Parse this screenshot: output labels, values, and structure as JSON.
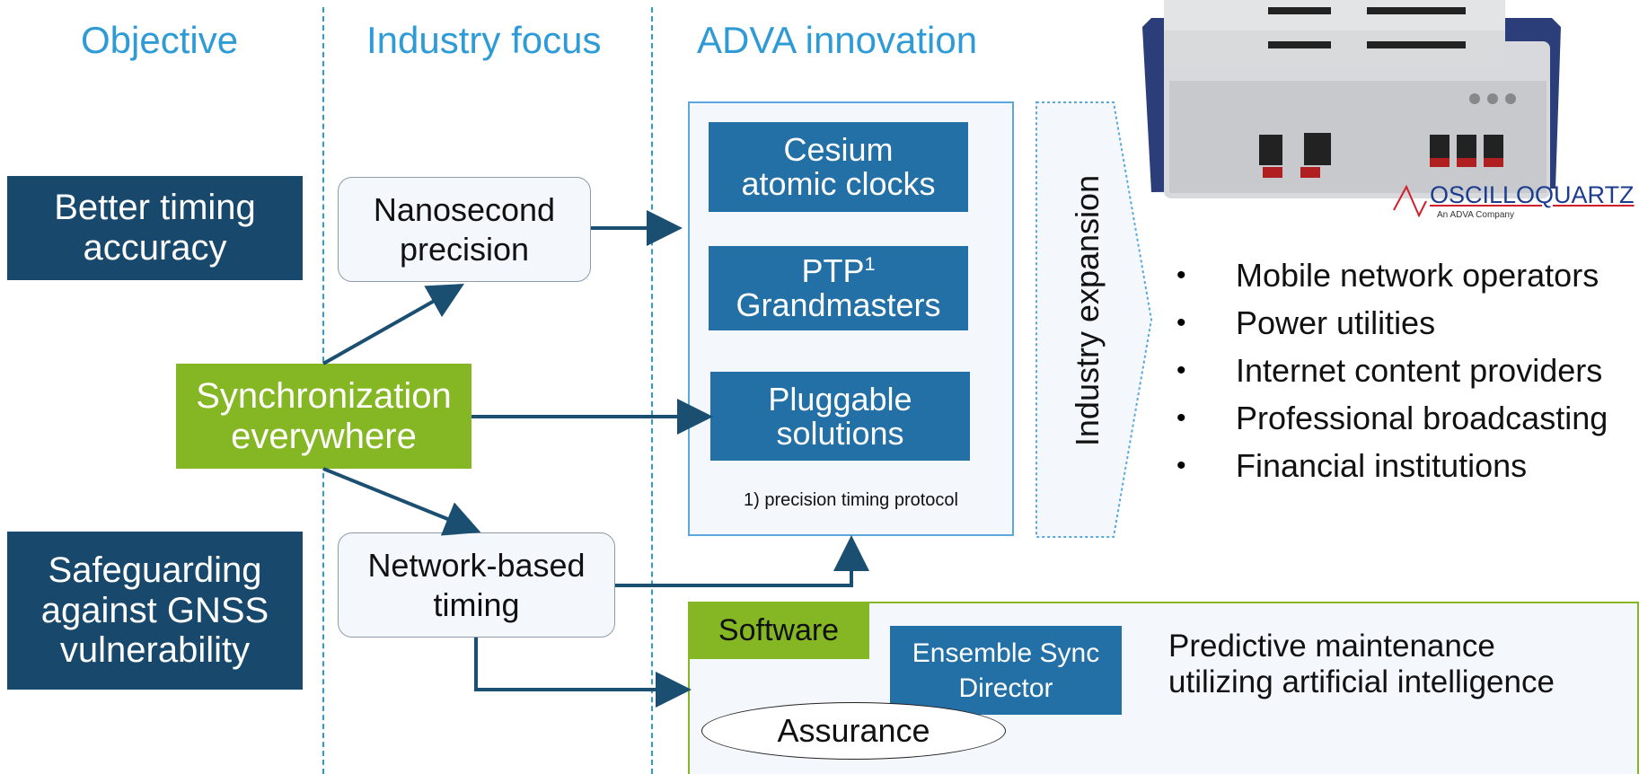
{
  "columns": {
    "objective": "Objective",
    "industry_focus": "Industry focus",
    "adva_innovation": "ADVA innovation"
  },
  "objectives": {
    "top": [
      "Better timing",
      "accuracy"
    ],
    "bottom": [
      "Safeguarding",
      "against GNSS",
      "vulnerability"
    ]
  },
  "focus": {
    "nanosecond": [
      "Nanosecond",
      "precision"
    ],
    "sync": [
      "Synchronization",
      "everywhere"
    ],
    "network": [
      "Network-based",
      "timing"
    ]
  },
  "innovation": {
    "cesium": [
      "Cesium",
      "atomic clocks"
    ],
    "ptp_main": "PTP",
    "ptp_sup": "1",
    "ptp_line2": "Grandmasters",
    "pluggable": [
      "Pluggable",
      "solutions"
    ],
    "footnote": "1) precision timing protocol"
  },
  "expansion": {
    "label": "Industry expansion"
  },
  "brand": {
    "name": "OSCILLOQUARTZ",
    "tagline": "An ADVA Company"
  },
  "industries": [
    "Mobile network operators",
    "Power utilities",
    "Internet content providers",
    "Professional broadcasting",
    "Financial institutions"
  ],
  "software": {
    "tab": "Software",
    "product": [
      "Ensemble Sync",
      "Director"
    ],
    "assurance": "Assurance",
    "description": [
      "Predictive maintenance",
      "utilizing artificial intelligence"
    ]
  },
  "colors": {
    "heading_blue": "#2e9bd6",
    "navy": "#18496c",
    "block_blue": "#2270a6",
    "green": "#85b724",
    "arrow": "#1b4f72"
  }
}
